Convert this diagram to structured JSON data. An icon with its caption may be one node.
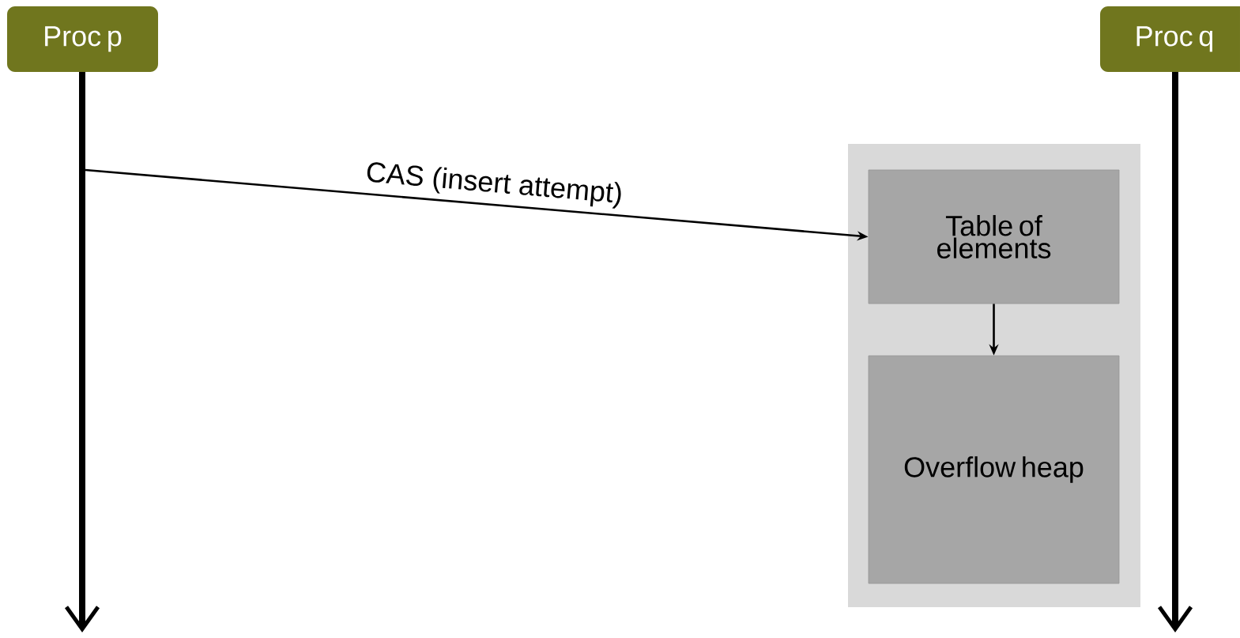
{
  "diagram": {
    "nodes": [
      {
        "text": [
          "Proc p"
        ]
      },
      {
        "text": [
          "Proc q"
        ]
      },
      {
        "text": [],
        "shape": "box"
      },
      {
        "text": [
          "Table of elements"
        ],
        "in": 2
      },
      {
        "text": [
          "Overflow heap"
        ],
        "in": 2
      }
    ],
    "edges": [
      {
        "from": 0,
        "to": null,
        "arrow": "to",
        "style": "thick"
      },
      {
        "from": 1,
        "to": null,
        "arrow": "to",
        "style": "thick"
      },
      {
        "from": null,
        "to": 3,
        "arrow": "to",
        "label": "CAS (insert attempt)"
      },
      {
        "from": 3,
        "to": 4,
        "arrow": "to"
      }
    ]
  }
}
